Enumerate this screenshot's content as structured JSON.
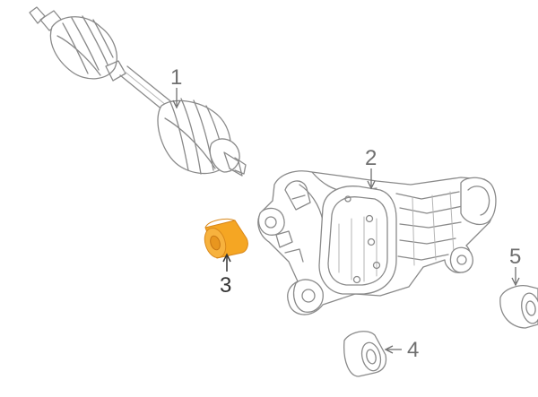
{
  "callouts": [
    {
      "id": "1",
      "label": "1"
    },
    {
      "id": "2",
      "label": "2"
    },
    {
      "id": "3",
      "label": "3",
      "highlighted": true
    },
    {
      "id": "4",
      "label": "4"
    },
    {
      "id": "5",
      "label": "5"
    }
  ],
  "colors": {
    "highlight_fill": "#F5A623",
    "highlight_dark": "#D9881A",
    "line": "#8a8a8a",
    "background": "#ffffff"
  }
}
